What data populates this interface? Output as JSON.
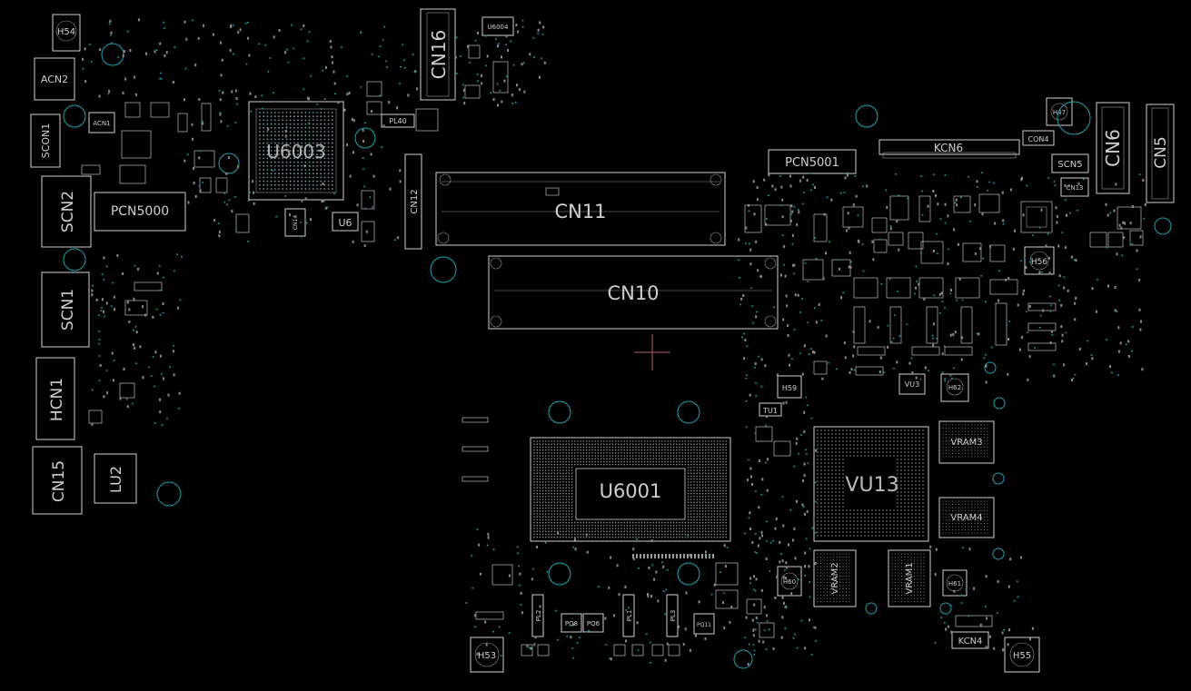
{
  "labels": {
    "h54": "H54",
    "acn2": "ACN2",
    "acn1": "ACN1",
    "scon1": "SCON1",
    "scn2": "SCN2",
    "pcn5000": "PCN5000",
    "scn1": "SCN1",
    "hcn1": "HCN1",
    "cn15": "CN15",
    "lu2": "LU2",
    "u6003": "U6003",
    "cn14": "CN14",
    "u6": "U6",
    "cn16": "CN16",
    "u6004": "U6004",
    "cn12": "CN12",
    "cn11": "CN11",
    "cn10": "CN10",
    "pl40": "PL40",
    "u6001": "U6001",
    "h53": "H53",
    "pl2": "PL2",
    "pl1": "PL1",
    "pl3": "PL3",
    "pq8": "PQ8",
    "pq6": "PQ6",
    "pq11": "PQ11",
    "pcn5001": "PCN5001",
    "kcn6": "KCN6",
    "con4": "CON4",
    "scn5": "SCN5",
    "cn13": "CN13",
    "cn6": "CN6",
    "cn5": "CN5",
    "h47": "H47",
    "h56": "H56",
    "h59": "H59",
    "tu1": "TU1",
    "vu3": "VU3",
    "h62": "H62",
    "vu13": "VU13",
    "vram3": "VRAM3",
    "vram4": "VRAM4",
    "vram2": "VRAM2",
    "vram1": "VRAM1",
    "h60": "H60",
    "h61": "H61",
    "kcn4": "KCN4",
    "h55": "H55"
  },
  "colors": {
    "background": "#000000",
    "outline": "#cfcfcf",
    "mounting_hole": "#1aa3b3",
    "crosshair": "#b06070"
  }
}
